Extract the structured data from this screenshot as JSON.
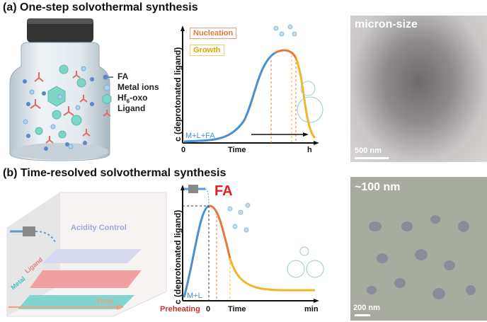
{
  "panel_a": {
    "title": "(a) One-step solvothermal synthesis",
    "legend": [
      {
        "label": "FA",
        "icon": "fa-molecule-icon"
      },
      {
        "label": "Metal ions",
        "icon": "metal-ion-icon"
      },
      {
        "label": "Hf",
        "sub": "6",
        "suffix": "-oxo",
        "icon": "hf6-oxo-icon"
      },
      {
        "label": "Ligand",
        "icon": "ligand-icon"
      }
    ],
    "chart": {
      "ylabel": "c (deprotonated ligand)",
      "nucleation": "Nucleation",
      "growth": "Growth",
      "start_label": "M+L+FA",
      "x_ticks": [
        "0",
        "Time",
        "h"
      ]
    },
    "micrograph": {
      "label": "micron-size",
      "scale": "500 nm"
    }
  },
  "panel_b": {
    "title": "(b) Time-resolved solvothermal synthesis",
    "diagram": {
      "acidity": "Acidity Control",
      "ligand": "Ligand",
      "metal": "Metal",
      "time": "Time"
    },
    "chart": {
      "ylabel": "c (deprotonated ligand)",
      "fa": "FA",
      "start_label": "M+L",
      "preheating": "Preheating",
      "x_ticks": [
        "0",
        "Time",
        "min"
      ]
    },
    "micrograph": {
      "label": "~100 nm",
      "scale": "200 nm"
    }
  },
  "colors": {
    "blue": "#4a8fd0",
    "orange": "#e8773a",
    "yellow": "#f0b820",
    "red": "#e02020",
    "teal": "#3cc3c0"
  }
}
